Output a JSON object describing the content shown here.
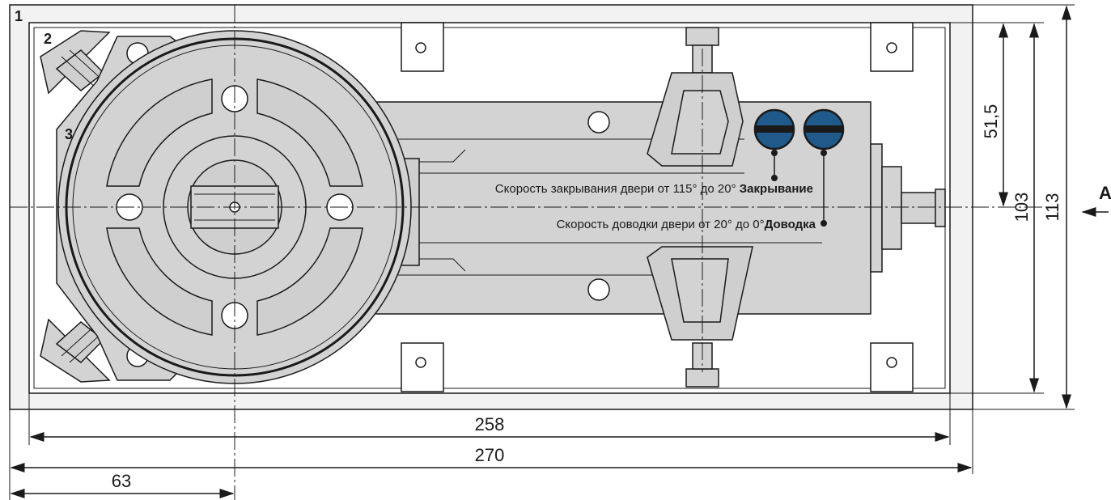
{
  "callouts": {
    "c1": "1",
    "c2": "2",
    "c3": "3"
  },
  "notes": {
    "closing_text": "Скорость закрывания двери от 115° до 20° ",
    "closing_bold": "Закрывание",
    "latch_text": "Скорость доводки двери от 20° до 0°",
    "latch_bold": "Доводка"
  },
  "dimensions": {
    "d258": "258",
    "d270": "270",
    "d63": "63",
    "d51": "51,5",
    "d103": "103",
    "d113": "113",
    "view": "A"
  },
  "colors": {
    "valve": "#1f5a8a",
    "body": "#d3d3d3",
    "line": "#1a1a1a"
  }
}
